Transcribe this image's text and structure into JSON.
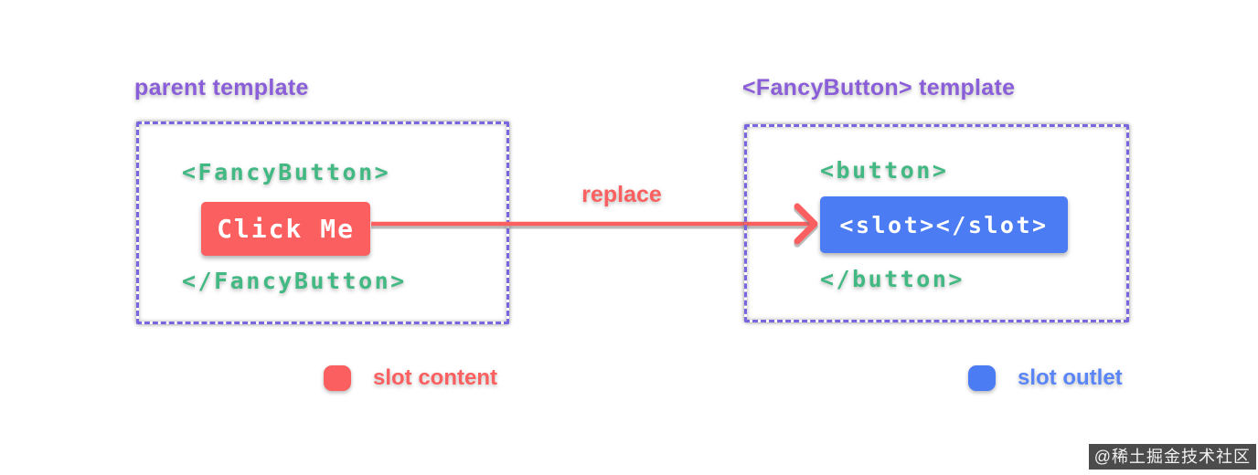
{
  "palette": {
    "title_purple": "#8a5ed8",
    "border_purple": "#7b64e0",
    "code_green": "#42b883",
    "slot_content_red": "#fb5f5f",
    "slot_outlet_blue": "#4b7cf3",
    "background": "#ffffff"
  },
  "left_panel": {
    "title": "parent template",
    "open_tag": "<FancyButton>",
    "button_label": "Click Me",
    "close_tag": "</FancyButton>"
  },
  "arrow": {
    "label": "replace"
  },
  "right_panel": {
    "title": "<FancyButton> template",
    "open_tag": "<button>",
    "slot_label": "<slot></slot>",
    "close_tag": "</button>"
  },
  "legend": {
    "slot_content": "slot content",
    "slot_outlet": "slot outlet"
  },
  "watermark": "@稀土掘金技术社区"
}
